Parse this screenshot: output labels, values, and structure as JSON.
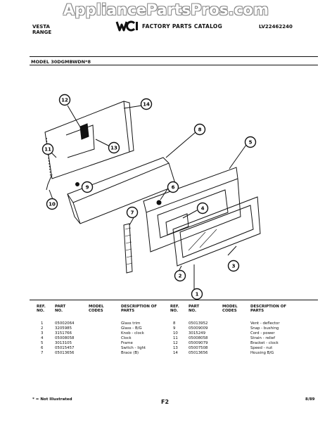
{
  "watermark": "AppliancePartsPros.com",
  "header": {
    "brand_line1": "VESTA",
    "brand_line2": "RANGE",
    "logo_text": "WCI",
    "catalog_title": "FACTORY PARTS CATALOG",
    "catalog_number": "LV22462240"
  },
  "model_line": "MODEL 30DGMBWDN*8",
  "callouts": [
    "12",
    "14",
    "11",
    "13",
    "9",
    "10",
    "8",
    "5",
    "6",
    "4",
    "7",
    "3",
    "2",
    "1"
  ],
  "table": {
    "headers": {
      "ref_no": "REF. NO.",
      "part_no": "PART NO.",
      "model_codes": "MODEL CODES",
      "description": "DESCRIPTION OF PARTS"
    },
    "left_rows": [
      {
        "ref": "1",
        "part": "05002064",
        "code": "",
        "desc": "Glass trim"
      },
      {
        "ref": "2",
        "part": "3205985",
        "code": "",
        "desc": "Glass - B/G"
      },
      {
        "ref": "3",
        "part": "3151766",
        "code": "",
        "desc": "Knob - clock"
      },
      {
        "ref": "4",
        "part": "05008058",
        "code": "",
        "desc": "Clock"
      },
      {
        "ref": "5",
        "part": "3013105",
        "code": "",
        "desc": "Frame"
      },
      {
        "ref": "6",
        "part": "05015457",
        "code": "",
        "desc": "Switch - light"
      },
      {
        "ref": "7",
        "part": "05013656",
        "code": "",
        "desc": "Brace (B)"
      }
    ],
    "right_rows": [
      {
        "ref": "8",
        "part": "05013952",
        "code": "",
        "desc": "Vent - deflector"
      },
      {
        "ref": "9",
        "part": "05009009",
        "code": "",
        "desc": "Snap - bushing"
      },
      {
        "ref": "10",
        "part": "3015249",
        "code": "",
        "desc": "Cord - power"
      },
      {
        "ref": "11",
        "part": "05008058",
        "code": "",
        "desc": "Strain - relief"
      },
      {
        "ref": "12",
        "part": "05009079",
        "code": "",
        "desc": "Bracket - clock"
      },
      {
        "ref": "13",
        "part": "05007508",
        "code": "",
        "desc": "Speed - nut"
      },
      {
        "ref": "14",
        "part": "05013656",
        "code": "",
        "desc": "Housing B/G"
      }
    ]
  },
  "footer": {
    "note": "* = Not Illustrated",
    "page": "F2",
    "date": "8/89"
  },
  "colors": {
    "ink": "#111111",
    "watermark_outline": "#8a8a8a",
    "paper": "#ffffff"
  }
}
